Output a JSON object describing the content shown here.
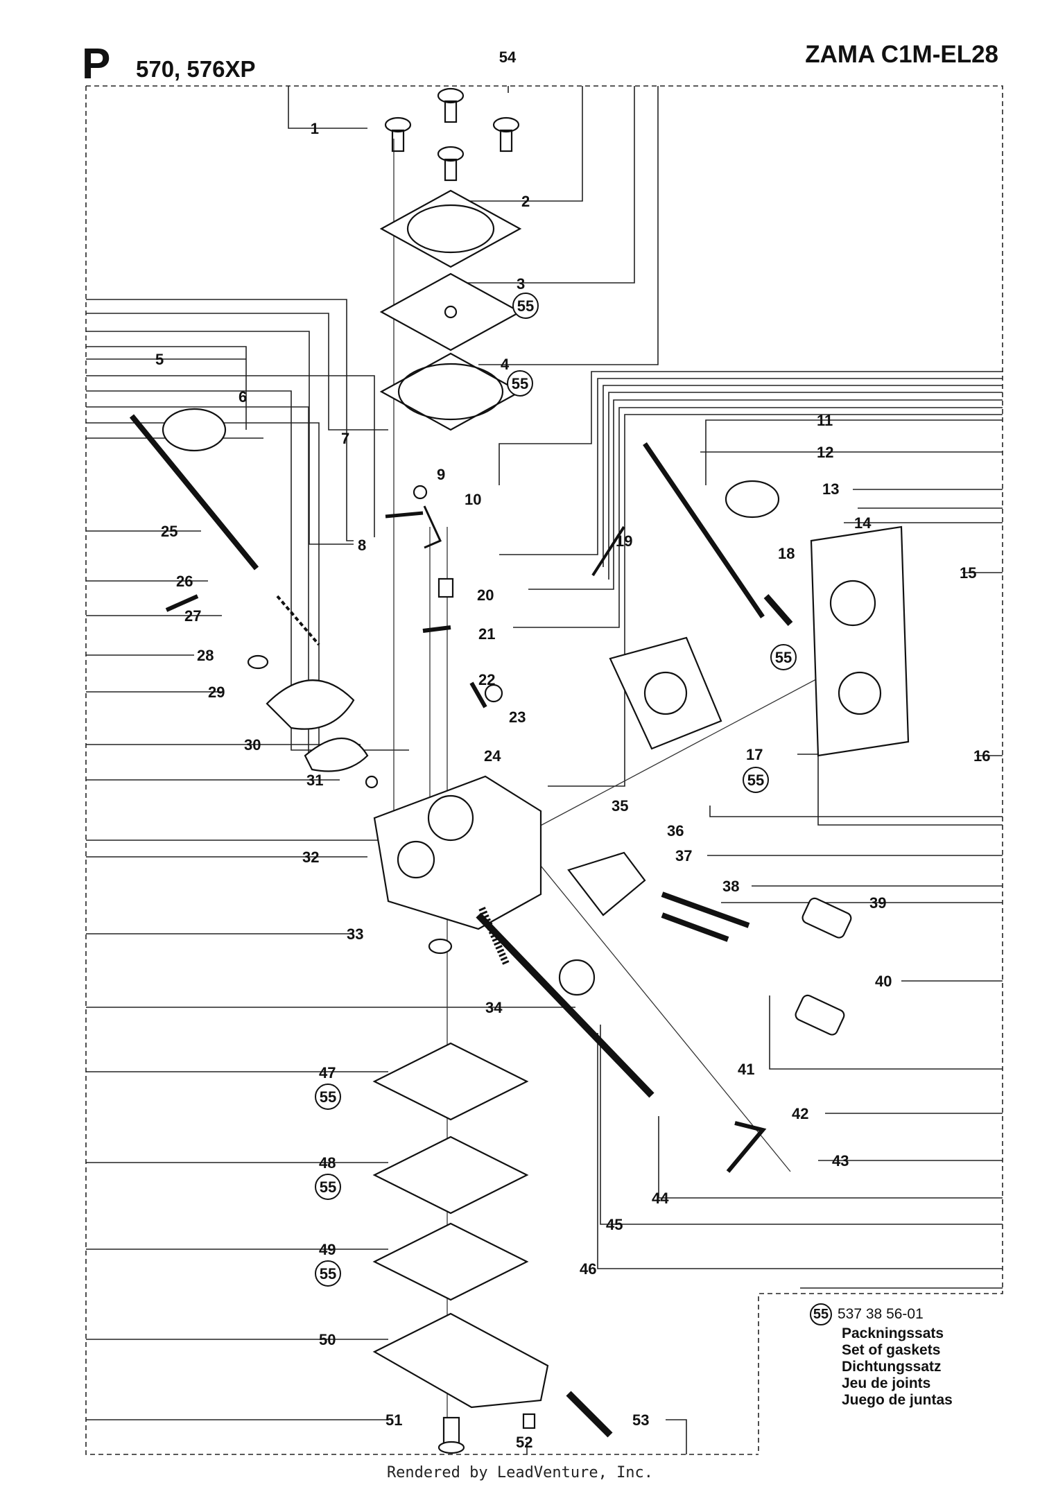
{
  "header": {
    "section_letter": "P",
    "models": "570, 576XP",
    "title": "ZAMA C1M-EL28"
  },
  "labels": [
    {
      "num": "1"
    },
    {
      "num": "2"
    },
    {
      "num": "3",
      "kit": "55"
    },
    {
      "num": "4",
      "kit": "55"
    },
    {
      "num": "5"
    },
    {
      "num": "6"
    },
    {
      "num": "7"
    },
    {
      "num": "8"
    },
    {
      "num": "9"
    },
    {
      "num": "10"
    },
    {
      "num": "11"
    },
    {
      "num": "12"
    },
    {
      "num": "13"
    },
    {
      "num": "14"
    },
    {
      "num": "15"
    },
    {
      "num": "16"
    },
    {
      "num": "17",
      "kit": "55"
    },
    {
      "num": "18",
      "kit": "55"
    },
    {
      "num": "19"
    },
    {
      "num": "20"
    },
    {
      "num": "21"
    },
    {
      "num": "22"
    },
    {
      "num": "23"
    },
    {
      "num": "24"
    },
    {
      "num": "25"
    },
    {
      "num": "26"
    },
    {
      "num": "27"
    },
    {
      "num": "28"
    },
    {
      "num": "29"
    },
    {
      "num": "30"
    },
    {
      "num": "31"
    },
    {
      "num": "32"
    },
    {
      "num": "33"
    },
    {
      "num": "34"
    },
    {
      "num": "35"
    },
    {
      "num": "36"
    },
    {
      "num": "37"
    },
    {
      "num": "38"
    },
    {
      "num": "39"
    },
    {
      "num": "40"
    },
    {
      "num": "41"
    },
    {
      "num": "42"
    },
    {
      "num": "43"
    },
    {
      "num": "44"
    },
    {
      "num": "45"
    },
    {
      "num": "46"
    },
    {
      "num": "47",
      "kit": "55"
    },
    {
      "num": "48",
      "kit": "55"
    },
    {
      "num": "49",
      "kit": "55"
    },
    {
      "num": "50"
    },
    {
      "num": "51"
    },
    {
      "num": "52"
    },
    {
      "num": "53"
    },
    {
      "num": "54"
    }
  ],
  "kit": {
    "number": "55",
    "part_number": "537 38 56-01",
    "names": [
      "Packningssats",
      "Set of gaskets",
      "Dichtungssatz",
      "Jeu de joints",
      "Juego de juntas"
    ]
  },
  "footer": "Rendered by LeadVenture, Inc."
}
